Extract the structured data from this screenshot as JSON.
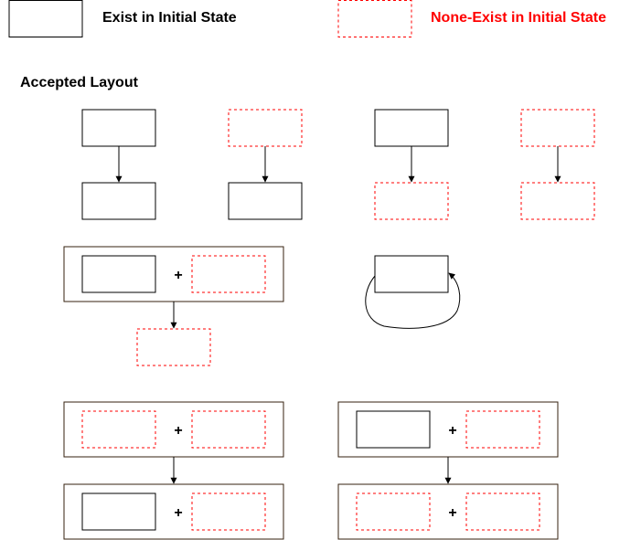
{
  "legend": {
    "exist_label": "Exist in Initial State",
    "nonexist_label": "None-Exist in Initial State"
  },
  "section_title": "Accepted Layout",
  "plus_symbol": "+",
  "colors": {
    "solid_stroke": "#000000",
    "dashed_stroke": "#ff0000",
    "group_stroke": "#36220f",
    "nonexist_text": "#ff0000"
  }
}
